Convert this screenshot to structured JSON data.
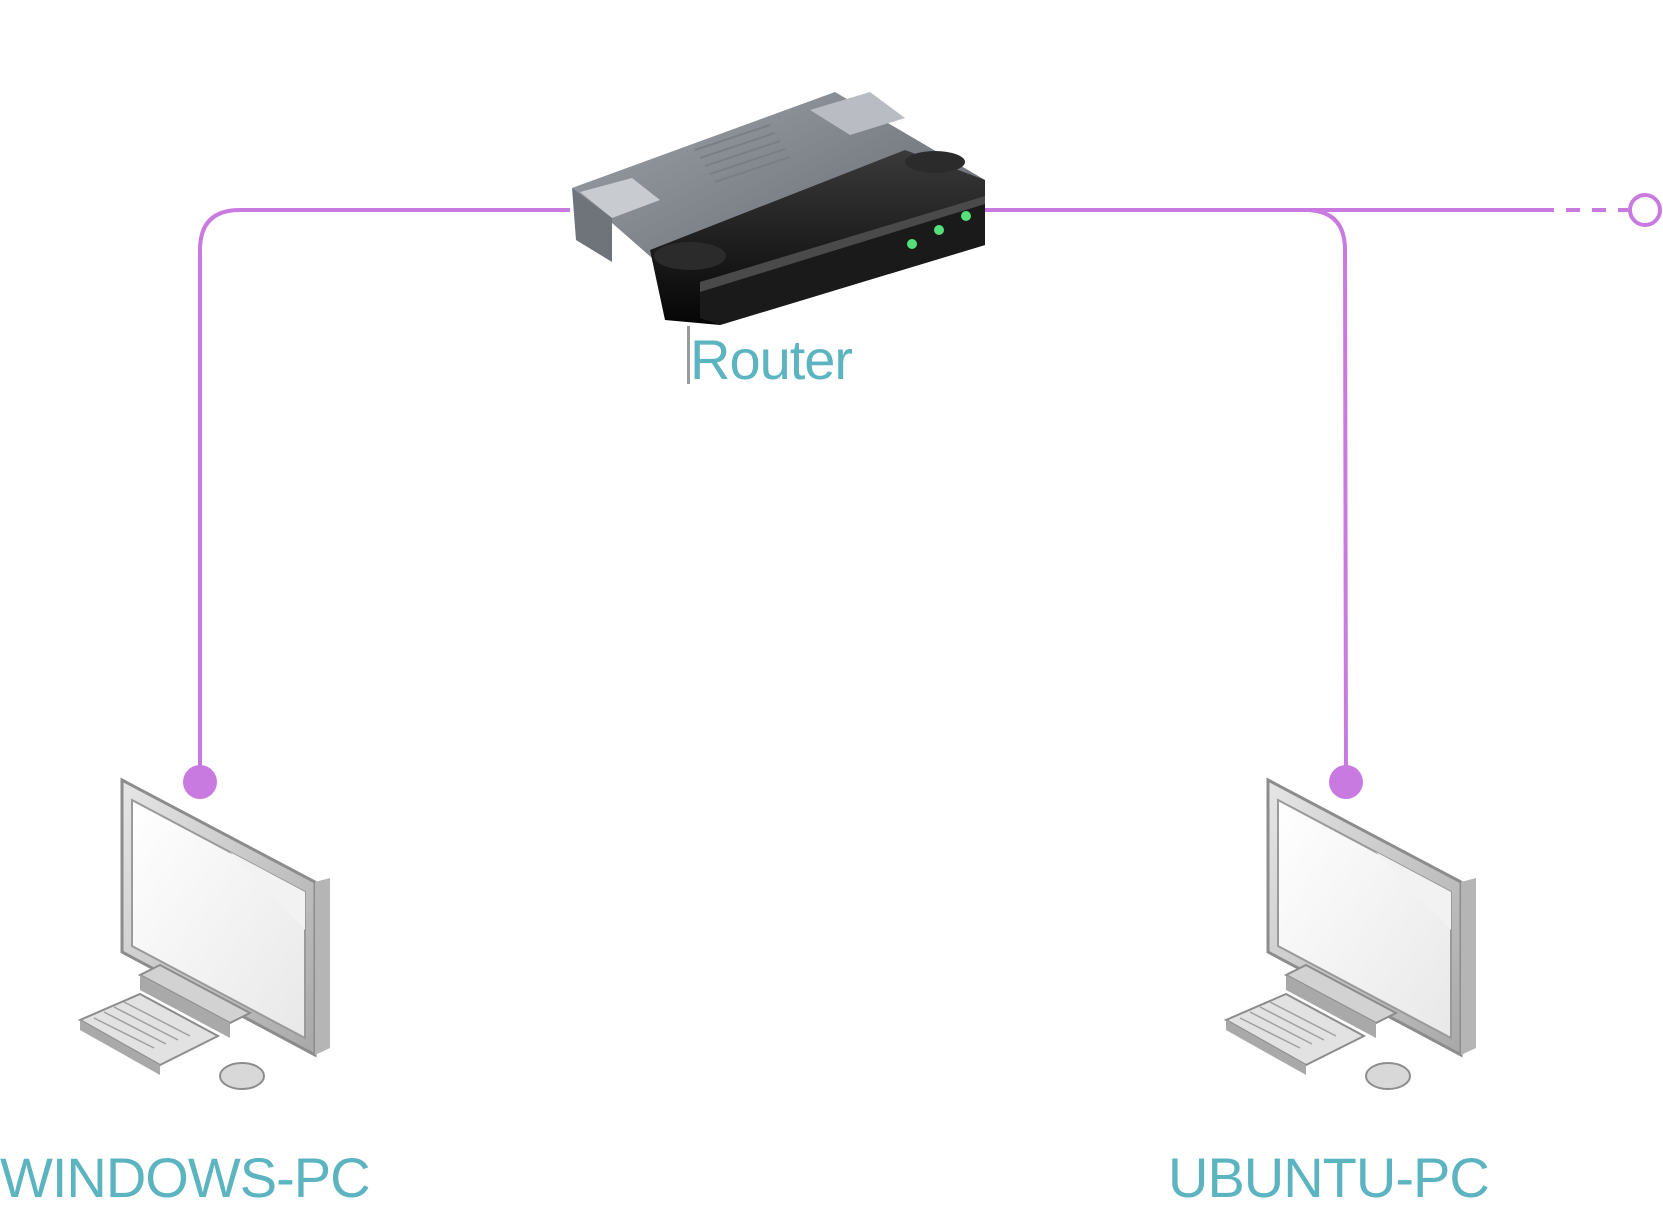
{
  "diagram": {
    "link_color": "#c97ae0",
    "label_color": "#5bb4bf",
    "nodes": [
      {
        "id": "router",
        "label": "Router",
        "icon": "router-icon"
      },
      {
        "id": "windows",
        "label": "WINDOWS-PC",
        "icon": "desktop-computer-icon"
      },
      {
        "id": "ubuntu",
        "label": "UBUNTU-PC",
        "icon": "desktop-computer-icon"
      }
    ],
    "links": [
      {
        "from": "router",
        "to": "windows"
      },
      {
        "from": "router",
        "to": "ubuntu"
      },
      {
        "from": "router",
        "to": "external",
        "style": "dashed-end-open-circle"
      }
    ]
  }
}
